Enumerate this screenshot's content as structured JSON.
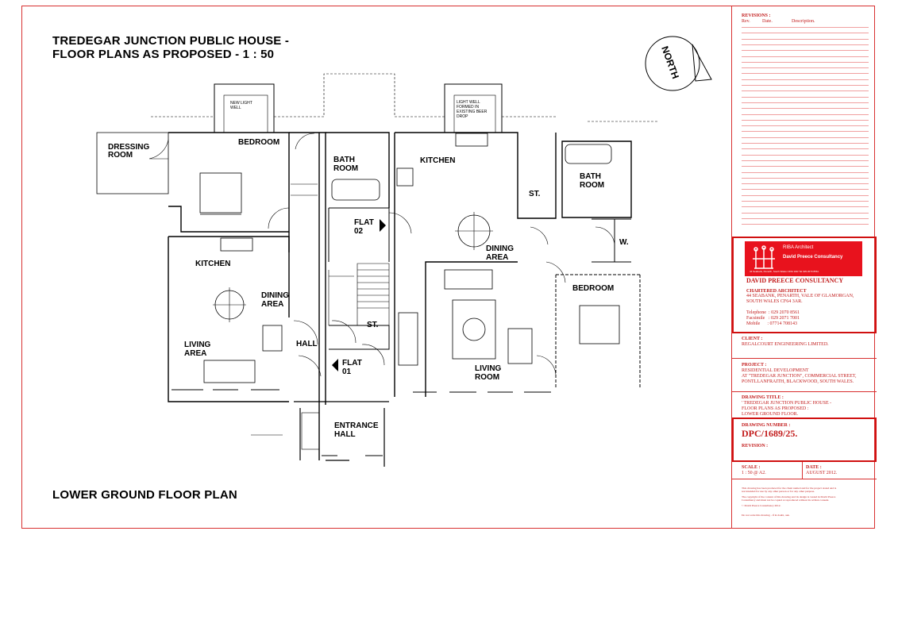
{
  "drawing": {
    "title_line1": "TREDEGAR JUNCTION PUBLIC HOUSE -",
    "title_line2": "FLOOR PLANS AS PROPOSED - 1 : 50",
    "subtitle": "LOWER GROUND FLOOR PLAN",
    "north_label": "NORTH"
  },
  "rooms": {
    "dressing_room": [
      "DRESSING",
      "ROOM"
    ],
    "bedroom_left": "BEDROOM",
    "bath_room_mid": [
      "BATH",
      "ROOM"
    ],
    "kitchen_right": "KITCHEN",
    "st_upper": "ST.",
    "bath_room_right": [
      "BATH",
      "ROOM"
    ],
    "flat_02": [
      "FLAT",
      "02"
    ],
    "w": "W.",
    "kitchen_left": "KITCHEN",
    "dining_area_right": [
      "DINING",
      "AREA"
    ],
    "bedroom_right": "BEDROOM",
    "dining_area_left": [
      "DINING",
      "AREA"
    ],
    "st_mid": "ST.",
    "living_area": [
      "LIVING",
      "AREA"
    ],
    "hall": "HALL",
    "flat_01": [
      "FLAT",
      "01"
    ],
    "living_room": [
      "LIVING",
      "ROOM"
    ],
    "entrance_hall": [
      "ENTRANCE",
      "HALL"
    ]
  },
  "notes": {
    "new_light_well": [
      "NEW LIGHT",
      "WELL"
    ],
    "light_well_formed": [
      "LIGHT WELL",
      "FORMED IN",
      "EXISTING BEER",
      "DROP"
    ]
  },
  "title_block": {
    "revisions_label": "REVISIONS :",
    "rev_cols": [
      "Rev.",
      "Date.",
      "Description."
    ],
    "logo_line1": "RIBA Architect",
    "logo_line2": "David Preece Consultancy",
    "logo_line3": "44 Seabank, Penarth, South Wales CF64 3AR   Tel 029 2070 8561",
    "consultancy": "DAVID PREECE CONSULTANCY",
    "chartered": "CHARTERED ARCHITECT",
    "address": [
      "44 SEABANK, PENARTH, VALE OF GLAMORGAN,",
      "SOUTH WALES CF64 3AR."
    ],
    "telephone": "Telephone  : 029 2070 8561",
    "facsimile": "Facsimile   : 029 2071 7001",
    "mobile": "Mobile      : 07714 708143",
    "client_label": "CLIENT :",
    "client": "REGALCOURT ENGINEERING LIMITED.",
    "project_label": "PROJECT :",
    "project": [
      "RESIDENTIAL DEVELOPMENT",
      "AT \"TREDEGAR JUNCTION\", COMMERCIAL STREET,",
      "PONTLLANFRAITH, BLACKWOOD, SOUTH WALES."
    ],
    "drawing_title_label": "DRAWING TITLE :",
    "drawing_title": [
      "' TREDEGAR JUNCTION PUBLIC HOUSE -",
      "FLOOR PLANS AS PROPOSED :",
      "LOWER GROUND FLOOR."
    ],
    "drawing_number_label": "DRAWING NUMBER :",
    "drawing_number": "DPC/1689/25.",
    "revision_label": "REVISION :",
    "scale_label": "SCALE :",
    "scale": "1 : 50 @ A2.",
    "date_label": "DATE :",
    "date": "AUGUST 2012.",
    "disclaimer": [
      "This drawing has been produced for the client named and for the project stated and is",
      "not intended for use by any other person or for any other purpose.",
      "The copyright of the content of this drawing and its design is vested in David Preece",
      "Consultancy and must not be copied or reproduced without its written consent.",
      "© David Preece Consultancy 2012.",
      "Do not scale this drawing - if in doubt, ask."
    ]
  },
  "colors": {
    "accent": "#d83030",
    "logo": "#e8121d"
  }
}
